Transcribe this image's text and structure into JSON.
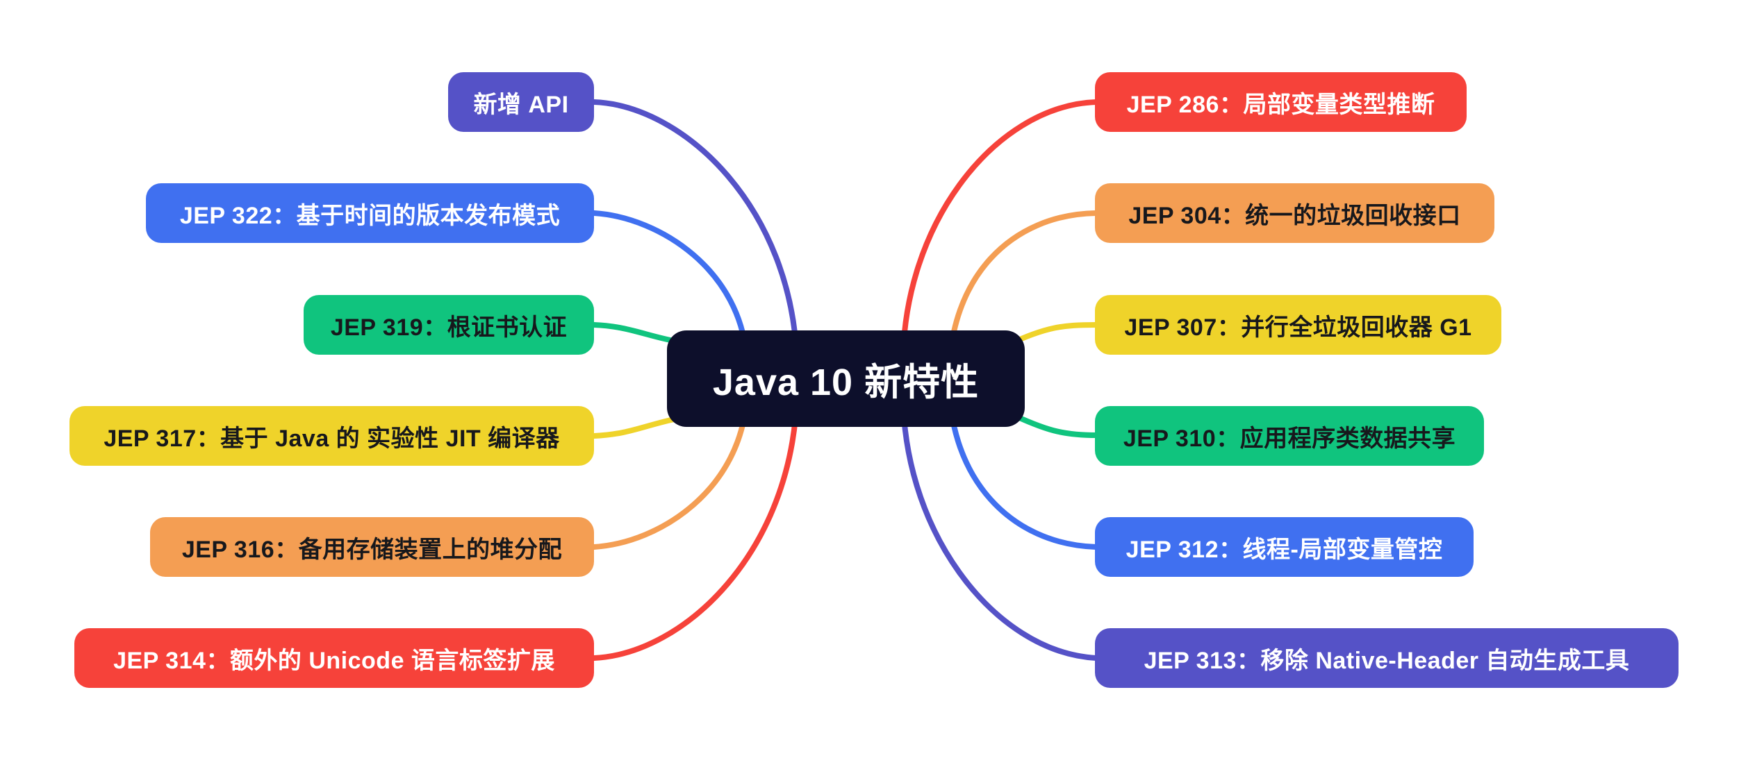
{
  "mindmap": {
    "title": "Java 10 新特性",
    "root": {
      "label": "Java 10 新特性",
      "bg": "#0D0F2B",
      "fg": "#FFFFFF"
    },
    "left": [
      {
        "label": "新增 API",
        "bg": "#5552C7",
        "fg": "#FFFFFF"
      },
      {
        "label": "JEP 322：基于时间的版本发布模式",
        "bg": "#4070F0",
        "fg": "#FFFFFF"
      },
      {
        "label": "JEP 319：根证书认证",
        "bg": "#10C47E",
        "fg": "#17181C"
      },
      {
        "label": "JEP 317：基于 Java 的 实验性 JIT 编译器",
        "bg": "#EFD32A",
        "fg": "#17181C"
      },
      {
        "label": "JEP 316：备用存储装置上的堆分配",
        "bg": "#F49E53",
        "fg": "#17181C"
      },
      {
        "label": "JEP 314：额外的 Unicode 语言标签扩展",
        "bg": "#F6423A",
        "fg": "#FFFFFF"
      }
    ],
    "right": [
      {
        "label": "JEP 286：局部变量类型推断",
        "bg": "#F6423A",
        "fg": "#FFFFFF"
      },
      {
        "label": "JEP 304：统一的垃圾回收接口",
        "bg": "#F49E53",
        "fg": "#17181C"
      },
      {
        "label": "JEP 307：并行全垃圾回收器 G1",
        "bg": "#EFD32A",
        "fg": "#17181C"
      },
      {
        "label": "JEP 310：应用程序类数据共享",
        "bg": "#10C47E",
        "fg": "#17181C"
      },
      {
        "label": "JEP 312：线程-局部变量管控",
        "bg": "#4070F0",
        "fg": "#FFFFFF"
      },
      {
        "label": "JEP 313：移除 Native-Header 自动生成工具",
        "bg": "#5552C7",
        "fg": "#FFFFFF"
      }
    ]
  }
}
